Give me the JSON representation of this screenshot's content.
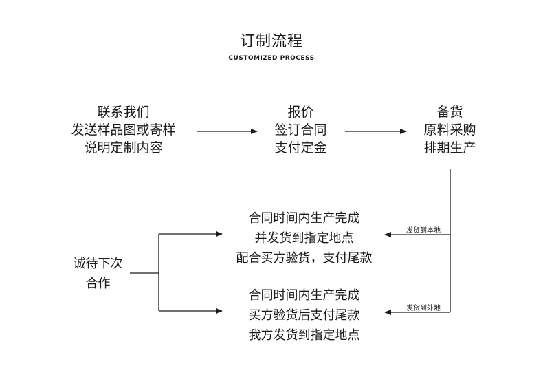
{
  "header": {
    "title": "订制流程",
    "subtitle": "CUSTOMIZED PROCESS"
  },
  "steps": {
    "contact": [
      "联系我们",
      "发送样品图或寄样",
      "说明定制内容"
    ],
    "quote": [
      "报价",
      "签订合同",
      "支付定金"
    ],
    "prepare": [
      "备货",
      "原料采购",
      "排期生产"
    ],
    "local_delivery": [
      "合同时间内生产完成",
      "并发货到指定地点",
      "配合买方验货，支付尾款"
    ],
    "remote_delivery": [
      "合同时间内生产完成",
      "买方验货后支付尾款",
      "我方发货到指定地点"
    ],
    "cooperate": [
      "诚待下次",
      "合作"
    ]
  },
  "edge_labels": {
    "local": "发货到本地",
    "remote": "发货到外地"
  },
  "colors": {
    "line": "#1a1a1a",
    "text": "#1a1a1a",
    "background": "#ffffff"
  }
}
